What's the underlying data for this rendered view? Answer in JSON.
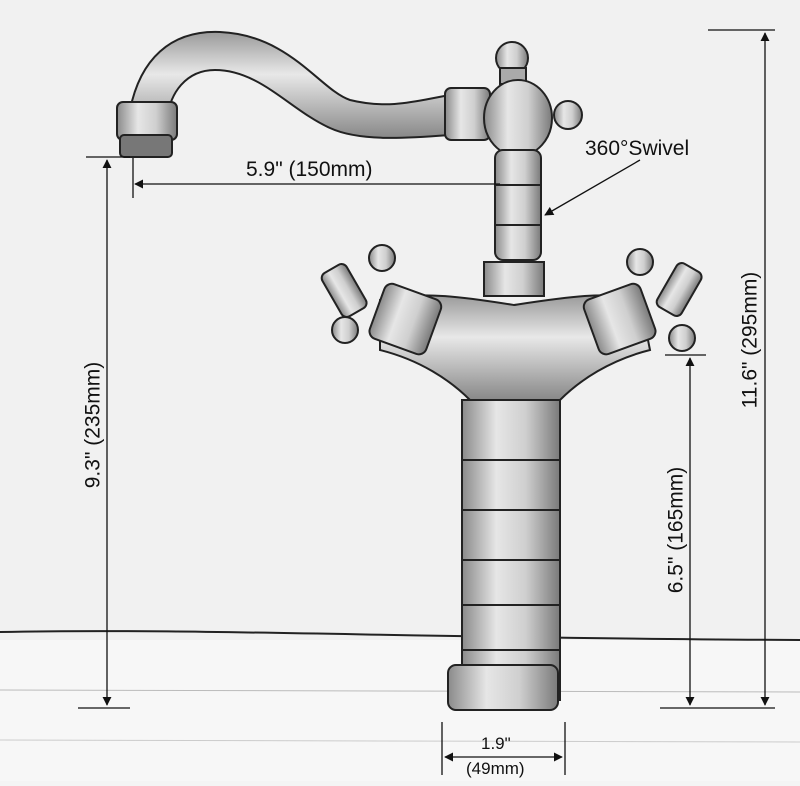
{
  "dimensions": {
    "spout_reach": "5.9\" (150mm)",
    "swivel": "360°Swivel",
    "spout_height": "9.3\" (235mm)",
    "total_height": "11.6\" (295mm)",
    "handle_height": "6.5\" (165mm)",
    "base_width_in": "1.9\"",
    "base_width_mm": "(49mm)"
  },
  "colors": {
    "background": "#f4f4f4",
    "metal_light": "#e2e2e2",
    "metal_mid": "#bdbdbd",
    "metal_dark": "#5a5a5a",
    "line": "#111111"
  }
}
